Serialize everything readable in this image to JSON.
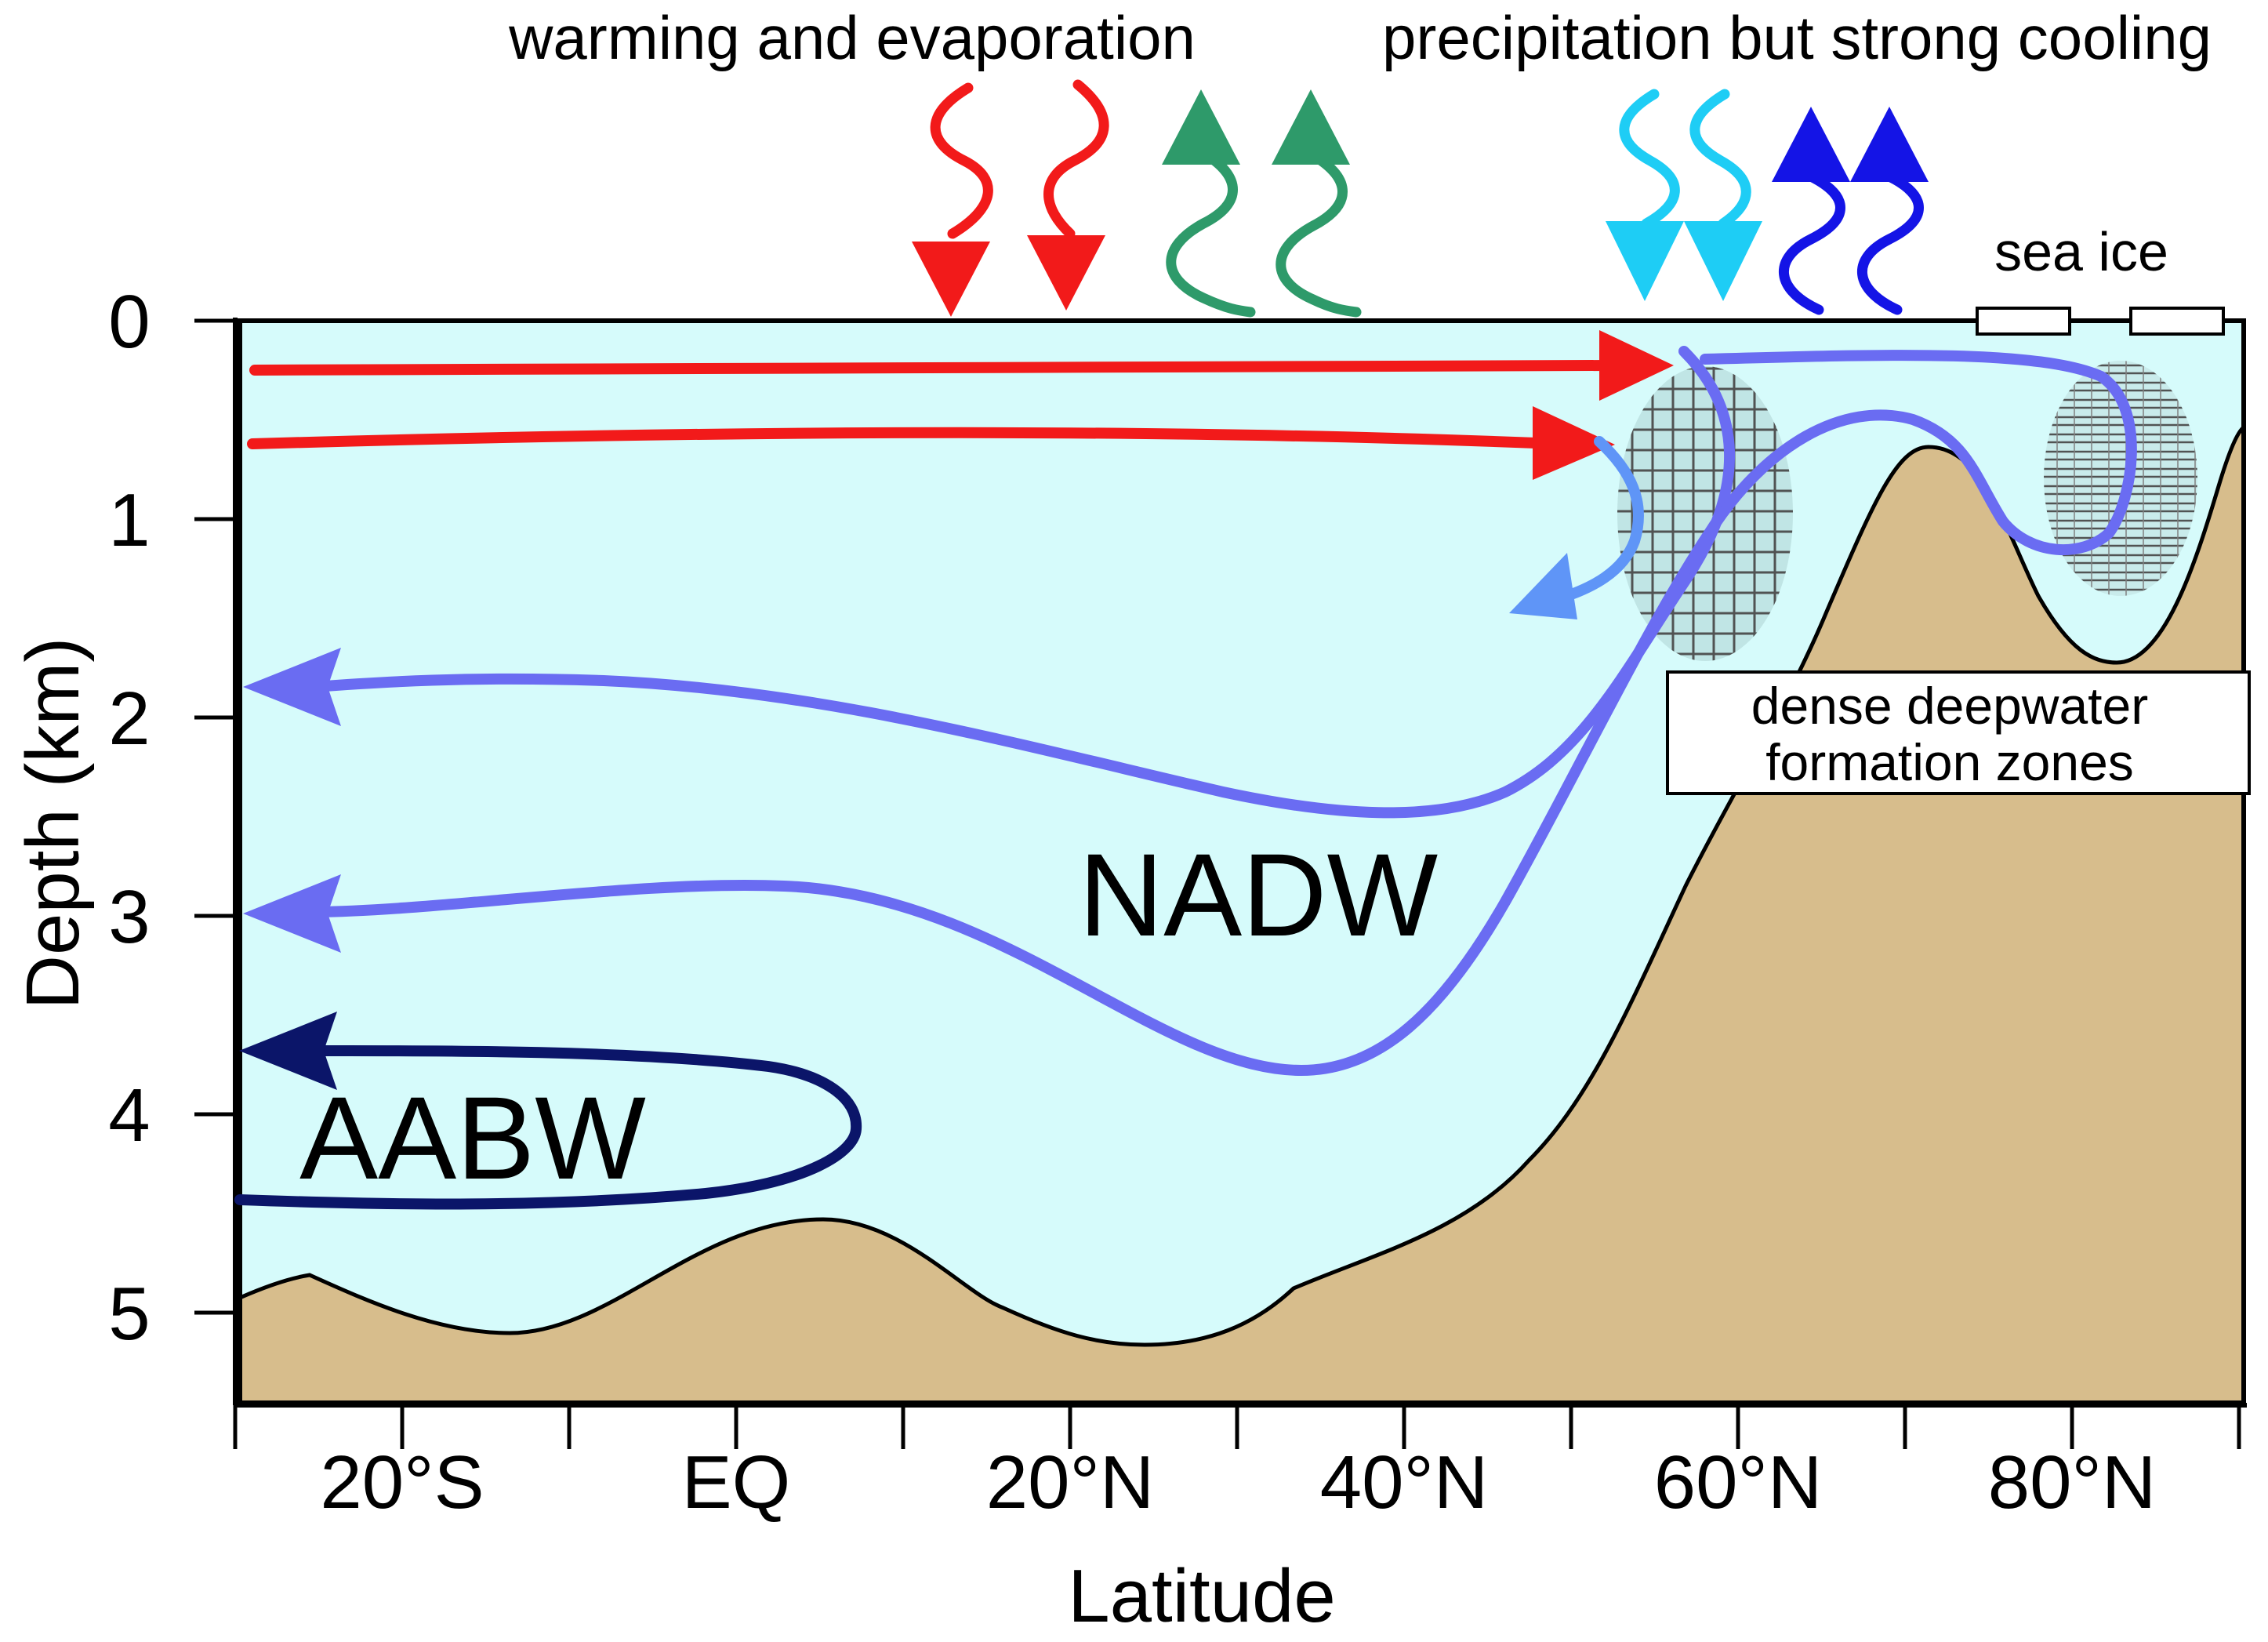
{
  "texts": {
    "warming": "warming and evaporation",
    "precip": "precipitation but strong cooling",
    "sea_ice": "sea ice",
    "box_line1": "dense deepwater",
    "box_line2": "formation zones",
    "nadw": "NADW",
    "aabw": "AABW",
    "x_title": "Latitude",
    "y_title": "Depth (km)"
  },
  "y_ticks": [
    "0",
    "1",
    "2",
    "3",
    "4",
    "5"
  ],
  "x_ticks": [
    "20°S",
    "EQ",
    "20°N",
    "40°N",
    "60°N",
    "80°N"
  ],
  "colors": {
    "water": "#d6fbfb",
    "seafloor": "#d7bd8c",
    "warm_flow": "#f21a1a",
    "nadw_flow": "#6a6cf2",
    "sinking_flow": "#5f95f7",
    "aabw_flow": "#0b1569",
    "evaporation": "#2e9a6a",
    "precipitation": "#1ecdf5",
    "cooling": "#1414e6"
  }
}
